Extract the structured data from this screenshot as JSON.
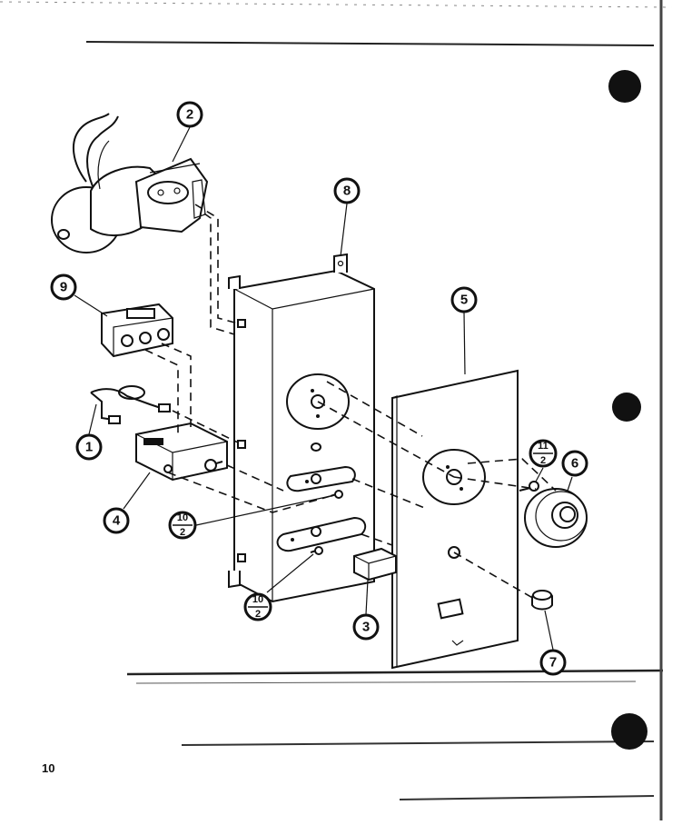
{
  "diagram": {
    "callouts": [
      {
        "id": "c1",
        "label": "1"
      },
      {
        "id": "c2",
        "label": "2"
      },
      {
        "id": "c3",
        "label": "3"
      },
      {
        "id": "c4",
        "label": "4"
      },
      {
        "id": "c5",
        "label": "5"
      },
      {
        "id": "c6",
        "label": "6"
      },
      {
        "id": "c7",
        "label": "7"
      },
      {
        "id": "c8",
        "label": "8"
      },
      {
        "id": "c9",
        "label": "9"
      }
    ],
    "fraction_callouts": [
      {
        "id": "f11",
        "top": "11",
        "bottom": "2"
      },
      {
        "id": "f10a",
        "top": "10",
        "bottom": "2"
      },
      {
        "id": "f10b",
        "top": "10",
        "bottom": "2"
      }
    ]
  },
  "footer": {
    "page_number": "10"
  },
  "colors": {
    "ink": "#111111",
    "paper": "#ffffff"
  }
}
